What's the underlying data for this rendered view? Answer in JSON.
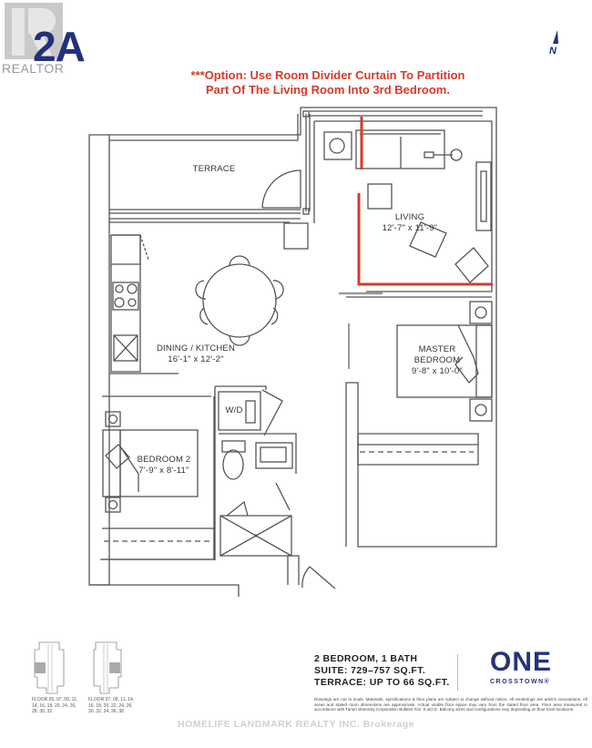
{
  "header": {
    "realtor_logo_text": "REALTOR",
    "unit_code": "2A",
    "option_note_line1": "***Option: Use Room Divider Curtain To Partition",
    "option_note_line2": "Part Of The Living Room Into 3rd Bedroom.",
    "north_label": "N"
  },
  "rooms": {
    "terrace": {
      "name": "TERRACE"
    },
    "living": {
      "name": "LIVING",
      "dims": "12'-7\" x 11'-9\""
    },
    "dining_kitchen": {
      "name": "DINING / KITCHEN",
      "dims": "16'-1\" x 12'-2\""
    },
    "master_bedroom": {
      "name_line1": "MASTER",
      "name_line2": "BEDROOM",
      "dims": "9'-8\" x 10'-0\""
    },
    "bedroom2": {
      "name": "BEDROOM 2",
      "dims": "7'-9\" x 8'-11\""
    },
    "laundry": {
      "name": "W/D"
    }
  },
  "colors": {
    "divider_curtain": "#d63a2a",
    "brand_navy": "#26337a",
    "wall_line": "#555555"
  },
  "key_plans": [
    {
      "caption_line1": "FLOOR 05, 07, 09, 11,",
      "caption_line2": "14, 16, 18, 20, 24, 26,",
      "caption_line3": "28, 30, 32"
    },
    {
      "caption_line1": "FLOOR 07, 09, 11, 14,",
      "caption_line2": "16, 18, 20, 22, 24, 26,",
      "caption_line3": "30, 32, 34, 36, 38"
    }
  ],
  "summary": {
    "line1": "2 BEDROOM, 1 BATH",
    "line2": "SUITE: 729–757 SQ.FT.",
    "line3": "TERRACE: UP TO 66 SQ.FT."
  },
  "brand": {
    "name": "ONE",
    "sub": "CROSSTOWN®"
  },
  "disclaimer": "Drawings are not to scale. Materials, specifications & floor plans are subject to change without notice. All renderings are artist's conceptions. All areas and stated room dimensions are approximate. Actual usable floor space may vary from the stated floor area. Floor area measured in accordance with Tarion Warranty Corporation Bulletin #22. E.&O.E. Balcony sizes and configurations vary depending on floor level locations.",
  "watermark": "HOMELIFE LANDMARK REALTY INC. Brokerage"
}
